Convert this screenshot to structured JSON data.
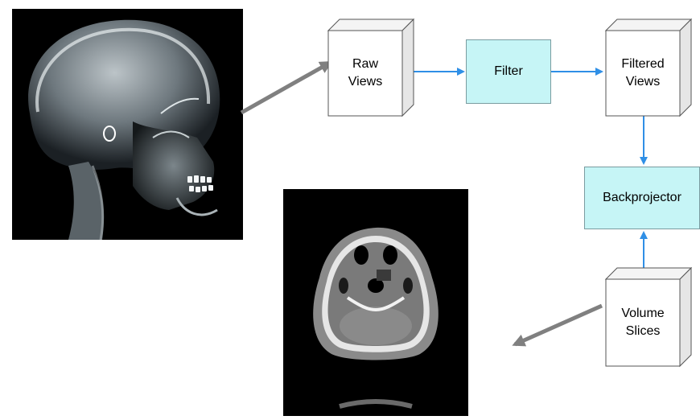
{
  "nodes": {
    "raw_views": "Raw\nViews",
    "filter": "Filter",
    "filtered_views": "Filtered\nViews",
    "backprojector": "Backprojector",
    "volume_slices": "Volume\nSlices"
  },
  "colors": {
    "flow_arrow": "#2f8fe6",
    "image_arrow": "#808080",
    "process_fill": "#c6f5f6",
    "box_face": "#ffffff",
    "box_side": "#e6e6e6",
    "box_edge": "#555555"
  },
  "images": {
    "input_image": "lateral skull x-ray",
    "output_image": "axial CT head slice"
  }
}
